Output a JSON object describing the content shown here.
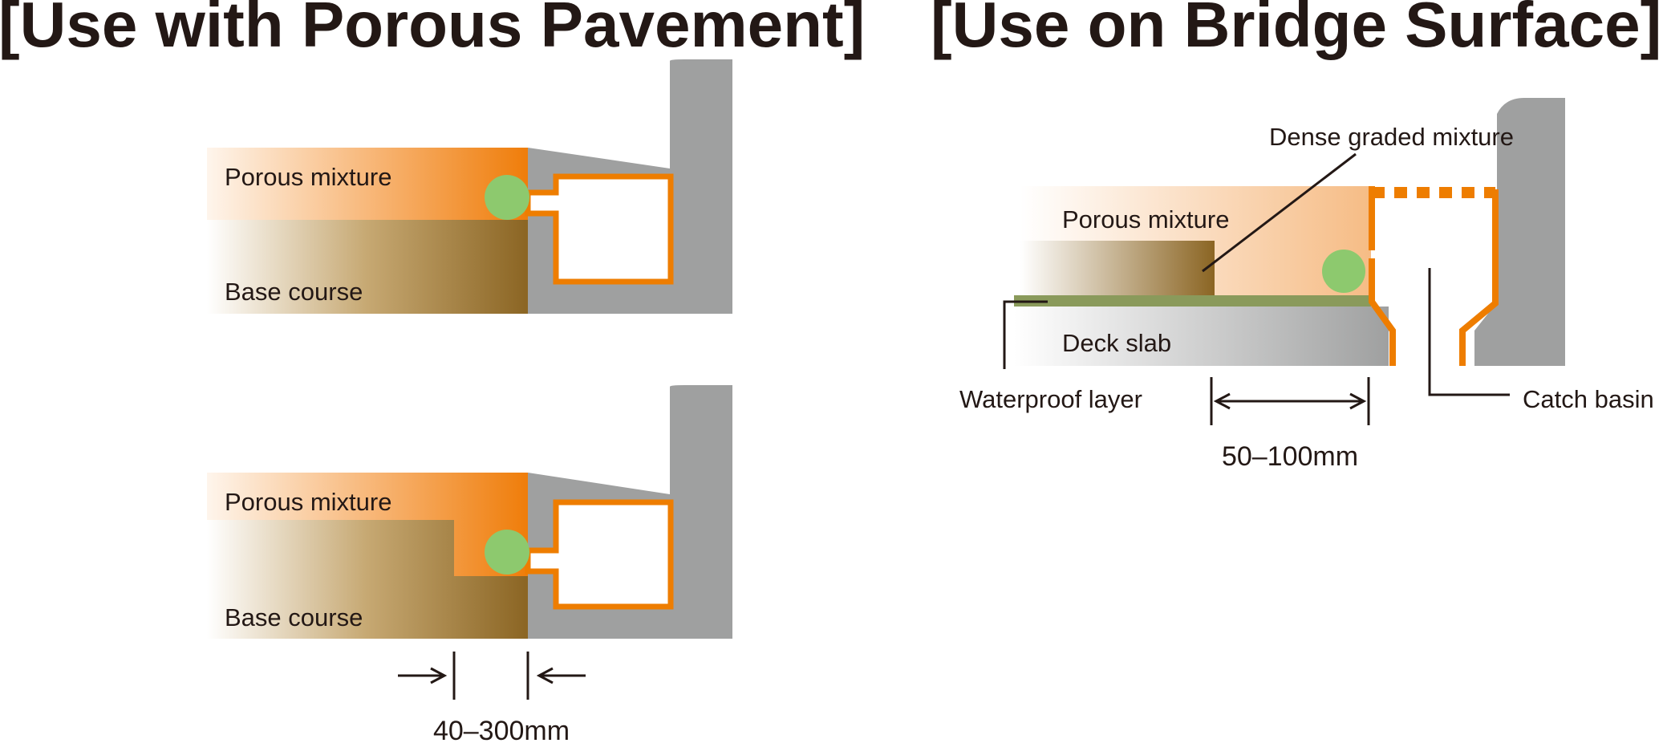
{
  "titles": {
    "left": "[Use with Porous Pavement]",
    "right": "[Use on Bridge Surface]"
  },
  "porous_top": {
    "porous_label": "Porous mixture",
    "base_label": "Base course"
  },
  "porous_bottom": {
    "porous_label": "Porous mixture",
    "base_label": "Base course",
    "dimension": "40–300mm"
  },
  "bridge": {
    "dense_label": "Dense graded mixture",
    "porous_label": "Porous mixture",
    "deck_label": "Deck slab",
    "waterproof_label": "Waterproof layer",
    "catch_basin_label": "Catch basin",
    "dimension": "50–100mm"
  },
  "colors": {
    "orange": "#ee7d00",
    "gray": "#9fa0a0",
    "green_circle": "#8dc96e",
    "waterproof": "#8a9a5b",
    "base_dark": "#8b6523",
    "ink": "#231815"
  }
}
